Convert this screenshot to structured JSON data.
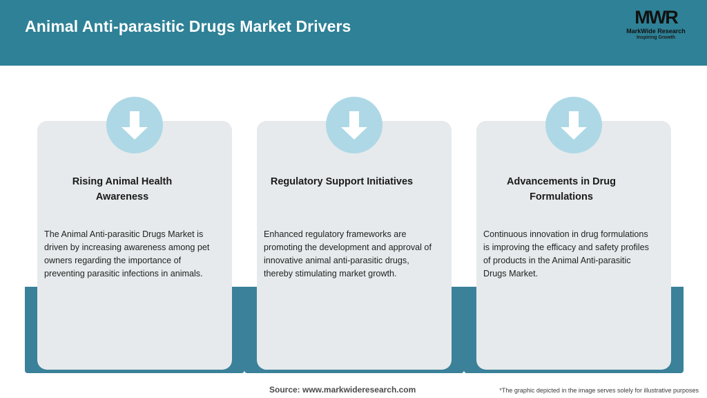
{
  "header": {
    "title": "Animal Anti-parasitic Drugs Market Drivers",
    "background_color": "#2e8196",
    "title_color": "#ffffff"
  },
  "logo": {
    "mark": "MWR",
    "name": "MarkWide Research",
    "tagline": "Inspiring Growth"
  },
  "theme": {
    "teal": "#3a8199",
    "panel_gray": "#e6eaec",
    "icon_circle_blue": "#aed8e6",
    "arrow_white": "#ffffff"
  },
  "cards": [
    {
      "icon": "down-arrow-icon",
      "title": "Rising Animal Health Awareness",
      "body": "The Animal Anti-parasitic Drugs Market is driven by increasing awareness among pet owners regarding the importance of preventing parasitic infections in animals."
    },
    {
      "icon": "down-arrow-icon",
      "title": "Regulatory Support Initiatives",
      "body": "Enhanced regulatory frameworks are promoting the development and approval of innovative animal anti-parasitic drugs, thereby stimulating market growth."
    },
    {
      "icon": "down-arrow-icon",
      "title": "Advancements in Drug Formulations",
      "body": "Continuous innovation in drug formulations is improving the efficacy and safety profiles of products in the Animal Anti-parasitic Drugs Market."
    }
  ],
  "footer": {
    "source": "Source: www.markwideresearch.com",
    "note": "*The graphic depicted in the image serves solely for illustrative purposes"
  }
}
